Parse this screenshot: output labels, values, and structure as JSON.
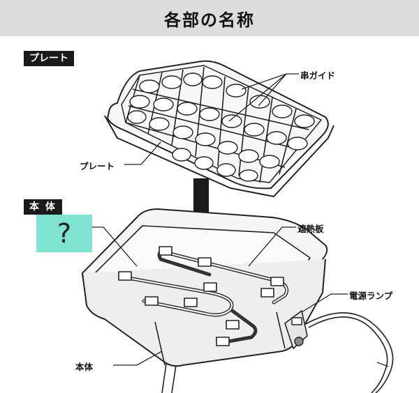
{
  "header": {
    "title": "各部の名称"
  },
  "sections": {
    "plate": "プレート",
    "body": "本 体"
  },
  "labels": {
    "skewer_guide": "串ガイド",
    "plate": "プレート",
    "heat_shield": "遮熱板",
    "power_lamp": "電源ランプ",
    "body": "本体"
  },
  "unknown_part": {
    "text": "?",
    "color": "#7fe3cf"
  }
}
